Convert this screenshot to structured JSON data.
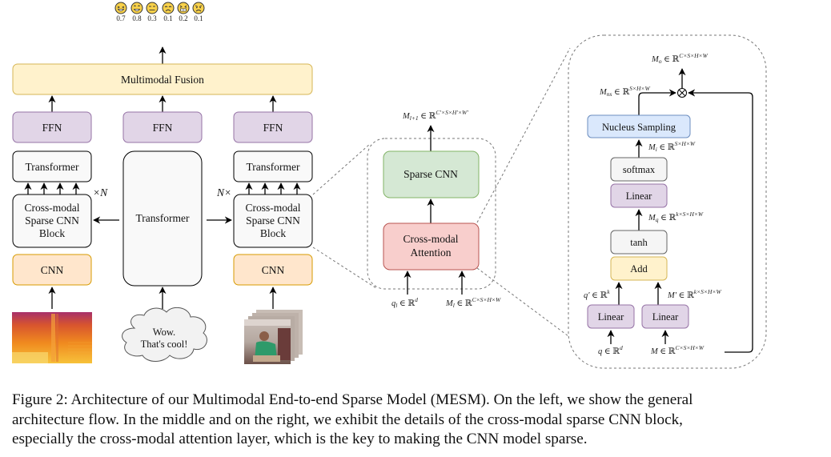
{
  "figure": {
    "emotions": [
      {
        "icon": "laughing-face-icon",
        "value": "0.7"
      },
      {
        "icon": "grinning-face-icon",
        "value": "0.8"
      },
      {
        "icon": "neutral-face-icon",
        "value": "0.3"
      },
      {
        "icon": "sad-face-icon",
        "value": "0.1"
      },
      {
        "icon": "grimacing-face-icon",
        "value": "0.2"
      },
      {
        "icon": "angry-face-icon",
        "value": "0.1"
      }
    ],
    "left": {
      "fusion_label": "Multimodal Fusion",
      "ffn_label": "FFN",
      "transformer_label": "Transformer",
      "center_transformer_label": "Transformer",
      "cross_block_lines": [
        "Cross-modal",
        "Sparse CNN",
        "Block"
      ],
      "cnn_label": "CNN",
      "repeat_left": "×N",
      "repeat_right": "N×",
      "text_input_lines": [
        "Wow.",
        "That's cool!"
      ]
    },
    "middle": {
      "output_label": "M",
      "output_sub": "l+1",
      "output_set": " ∈ ℝ",
      "output_sup": "C′×S×H′×W′",
      "sparse_cnn_label": "Sparse CNN",
      "attention_lines": [
        "Cross-modal",
        "Attention"
      ],
      "q_label": "q",
      "q_sub": "l",
      "q_set": " ∈ ℝ",
      "q_sup": "d",
      "m_label": "M",
      "m_sub": "l",
      "m_set": " ∈ ℝ",
      "m_sup": "C×S×H×W"
    },
    "right": {
      "mo": {
        "label": "M",
        "sub": "o",
        "set": " ∈ ℝ",
        "sup": "C×S×H×W"
      },
      "mns": {
        "label": "M",
        "sub": "ns",
        "set": " ∈ ℝ",
        "sup": "S×H×W"
      },
      "nucleus_label": "Nucleus Sampling",
      "mi": {
        "label": "M",
        "sub": "i",
        "set": " ∈ ℝ",
        "sup": "S×H×W"
      },
      "softmax_label": "softmax",
      "linear_label": "Linear",
      "mq": {
        "label": "M",
        "sub": "q",
        "set": " ∈ ℝ",
        "sup": "k×S×H×W"
      },
      "tanh_label": "tanh",
      "add_label": "Add",
      "qprime": {
        "label": "q′",
        "set": " ∈ ℝ",
        "sup": "k"
      },
      "mprime": {
        "label": "M′",
        "set": " ∈ ℝ",
        "sup": "k×S×H×W"
      },
      "linear_q_label": "Linear",
      "linear_m_label": "Linear",
      "q_in": {
        "label": "q",
        "set": " ∈ ℝ",
        "sup": "d"
      },
      "m_in": {
        "label": "M",
        "set": " ∈ ℝ",
        "sup": "C×S×H×W"
      },
      "multiply_symbol": "⊗"
    },
    "colors": {
      "fusion": "#fff2cc",
      "fusion_border": "#d6b656",
      "ffn": "#e1d5e7",
      "ffn_border": "#9673a6",
      "cnn": "#ffe6cc",
      "cnn_border": "#d79b00",
      "sparse_cnn": "#d5e8d4",
      "sparse_cnn_border": "#82b366",
      "attention": "#f8cecc",
      "attention_border": "#b85450",
      "nucleus": "#dae8fc",
      "nucleus_border": "#6c8ebf",
      "neutral": "#f5f5f5",
      "neutral_border": "#666666"
    }
  },
  "caption": {
    "lines": [
      "Figure 2:  Architecture of our Multimodal End-to-end Sparse Model (MESM). On the left, we show the general",
      "architecture flow.  In the middle and on the right, we exhibit the details of the cross-modal sparse CNN block,",
      "especially the cross-modal attention layer, which is the key to making the CNN model sparse."
    ]
  }
}
